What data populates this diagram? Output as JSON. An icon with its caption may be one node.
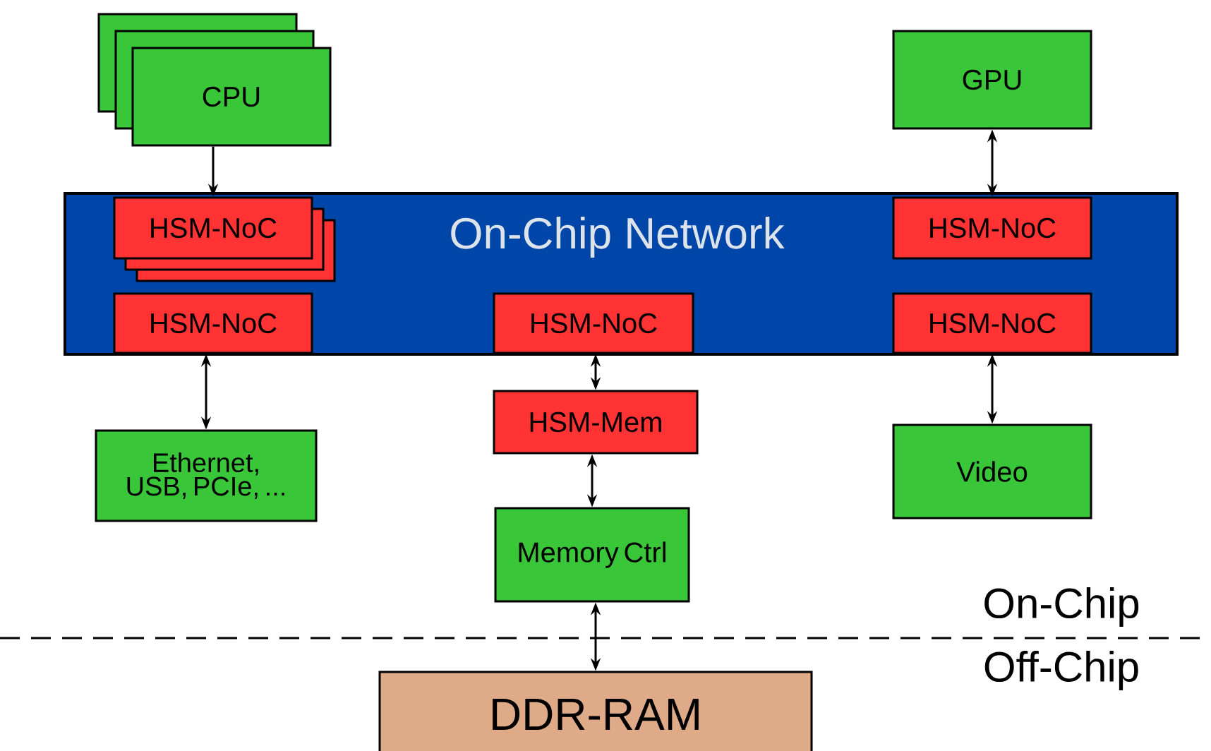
{
  "diagram": {
    "nodes": [
      {
        "text": [
          "CPU"
        ]
      },
      {
        "text": [
          "GPU"
        ]
      },
      {
        "text": [
          "On-Chip Network"
        ]
      },
      {
        "text": [
          "HSM-NoC"
        ],
        "in": 2
      },
      {
        "text": [
          "HSM-NoC"
        ],
        "in": 2
      },
      {
        "text": [
          "HSM-NoC"
        ],
        "in": 2
      },
      {
        "text": [
          "HSM-NoC"
        ],
        "in": 2
      },
      {
        "text": [
          "HSM-NoC"
        ],
        "in": 2
      },
      {
        "text": [
          "Ethernet, USB, PCIe, ..."
        ]
      },
      {
        "text": [
          "HSM-Mem"
        ]
      },
      {
        "text": [
          "Video"
        ]
      },
      {
        "text": [
          "Memory Ctrl"
        ]
      },
      {
        "text": [
          "DDR-RAM"
        ]
      }
    ],
    "edges": [
      {
        "from": 0,
        "to": 3,
        "arrow": "to"
      },
      {
        "from": 1,
        "to": 4,
        "arrow": "both"
      },
      {
        "from": 5,
        "to": 8,
        "arrow": "both"
      },
      {
        "from": 6,
        "to": 9,
        "arrow": "both"
      },
      {
        "from": 7,
        "to": 10,
        "arrow": "both"
      },
      {
        "from": 9,
        "to": 11,
        "arrow": "both"
      },
      {
        "from": 11,
        "to": 12,
        "arrow": "both"
      }
    ],
    "labels": [
      "On-Chip",
      "Off-Chip"
    ]
  }
}
